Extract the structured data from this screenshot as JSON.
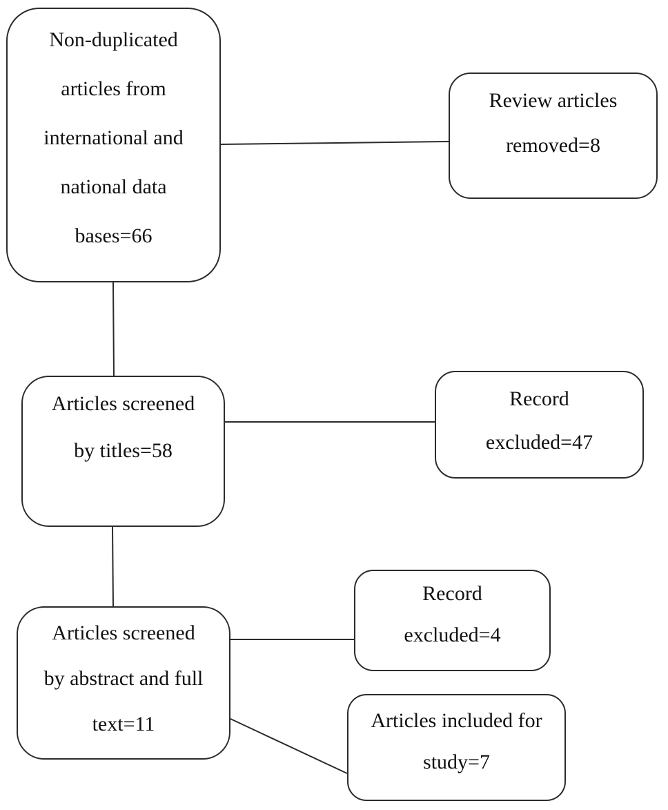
{
  "nodes": {
    "databases": {
      "lines": [
        "Non-duplicated",
        "articles from",
        "international and",
        "national data",
        "bases=66"
      ]
    },
    "reviews_removed": {
      "lines": [
        "Review articles",
        "removed=8"
      ]
    },
    "title_screen": {
      "lines": [
        "Articles screened",
        "by titles=58"
      ]
    },
    "title_excluded": {
      "lines": [
        "Record",
        "excluded=47"
      ]
    },
    "abstract_screen": {
      "lines": [
        "Articles screened",
        "by abstract and full",
        "text=11"
      ]
    },
    "abstract_excluded": {
      "lines": [
        "Record",
        "excluded=4"
      ]
    },
    "included": {
      "lines": [
        "Articles included for",
        "study=7"
      ]
    }
  }
}
